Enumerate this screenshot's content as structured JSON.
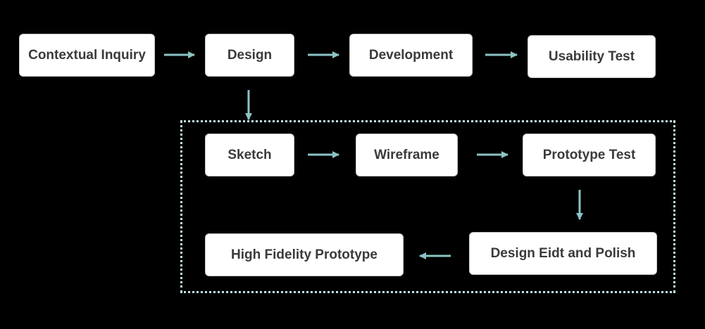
{
  "diagram": {
    "colors": {
      "background": "#000000",
      "node_fill": "#ffffff",
      "node_text": "#3a3a3a",
      "arrow": "#8cc3c3",
      "group_border": "#bfe3e3"
    },
    "nodes": {
      "contextual_inquiry": "Contextual Inquiry",
      "design": "Design",
      "development": "Development",
      "usability_test": "Usability Test",
      "sketch": "Sketch",
      "wireframe": "Wireframe",
      "prototype_test": "Prototype Test",
      "design_edit_polish": "Design Eidt and Polish",
      "high_fidelity_prototype": "High Fidelity Prototype"
    },
    "edges": [
      {
        "from": "contextual_inquiry",
        "to": "design"
      },
      {
        "from": "design",
        "to": "development"
      },
      {
        "from": "development",
        "to": "usability_test"
      },
      {
        "from": "design",
        "to": "sketch"
      },
      {
        "from": "sketch",
        "to": "wireframe"
      },
      {
        "from": "wireframe",
        "to": "prototype_test"
      },
      {
        "from": "prototype_test",
        "to": "design_edit_polish"
      },
      {
        "from": "design_edit_polish",
        "to": "high_fidelity_prototype"
      }
    ]
  }
}
